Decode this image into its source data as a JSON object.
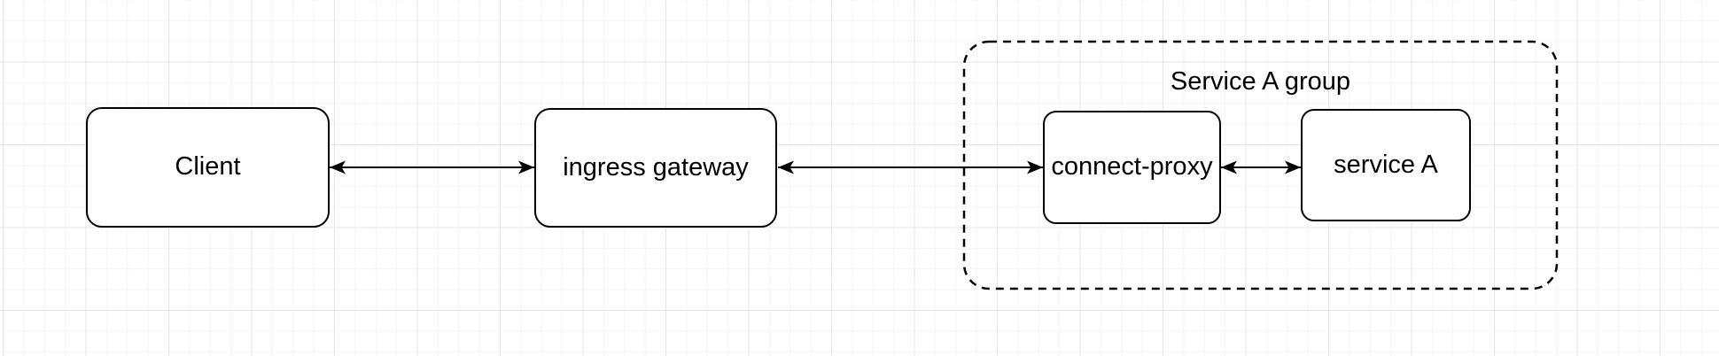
{
  "diagram": {
    "nodes": [
      {
        "id": "client",
        "label": "Client"
      },
      {
        "id": "ingress-gateway",
        "label": "ingress gateway"
      },
      {
        "id": "connect-proxy",
        "label": "connect-proxy"
      },
      {
        "id": "service-a",
        "label": "service A"
      }
    ],
    "group": {
      "id": "service-a-group",
      "label": "Service A group",
      "style": "dashed",
      "contains": [
        "connect-proxy",
        "service-a"
      ]
    },
    "edges": [
      {
        "from": "Client",
        "to": "ingress gateway",
        "bidirectional": true
      },
      {
        "from": "ingress gateway",
        "to": "connect-proxy",
        "bidirectional": true
      },
      {
        "from": "connect-proxy",
        "to": "service A",
        "bidirectional": true
      }
    ],
    "colors": {
      "shape_stroke": "#000000",
      "shape_fill": "#ffffff",
      "text": "#000000",
      "grid_minor": "#f4f4f4",
      "grid_major": "#e4e4e4",
      "canvas_background": "#ffffff"
    }
  }
}
